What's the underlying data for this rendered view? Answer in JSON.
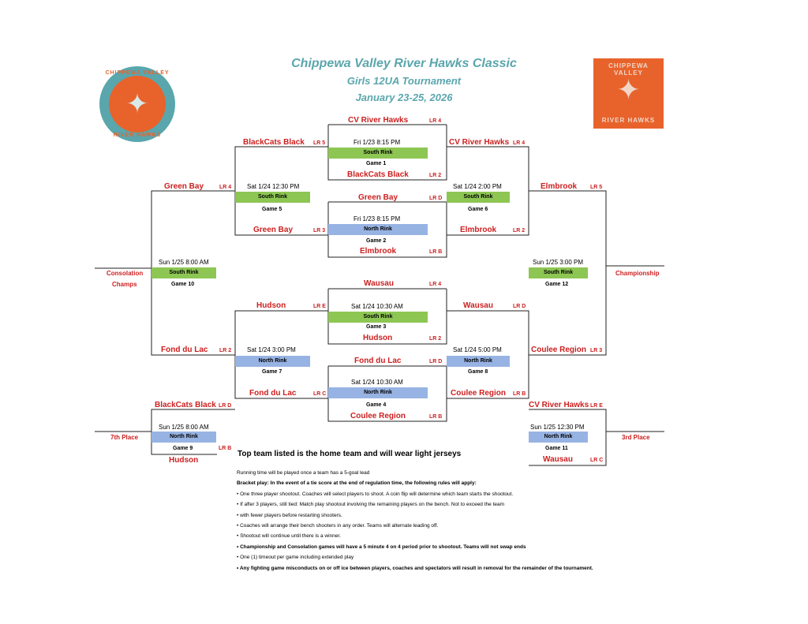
{
  "header": {
    "title": "Chippewa Valley River Hawks Classic",
    "subtitle": "Girls 12UA Tournament",
    "dates": "January 23-25, 2026"
  },
  "logos": {
    "left_top": "CHIPPEWA VALLEY",
    "left_bottom": "RIVER HAWKS",
    "right_top": "CHIPPEWA VALLEY",
    "right_bottom": "RIVER HAWKS"
  },
  "rinks": {
    "south": "South Rink",
    "north": "North Rink"
  },
  "games": {
    "g1": {
      "time": "Fri 1/23 8:15 PM",
      "label": "Game 1"
    },
    "g2": {
      "time": "Fri 1/23 8:15 PM",
      "label": "Game 2"
    },
    "g3": {
      "time": "Sat 1/24 10:30 AM",
      "label": "Game 3"
    },
    "g4": {
      "time": "Sat 1/24 10:30 AM",
      "label": "Game 4"
    },
    "g5": {
      "time": "Sat 1/24 12:30 PM",
      "label": "Game 5"
    },
    "g6": {
      "time": "Sat 1/24 2:00 PM",
      "label": "Game 6"
    },
    "g7": {
      "time": "Sat 1/24 3:00 PM",
      "label": "Game 7"
    },
    "g8": {
      "time": "Sat 1/24 5:00 PM",
      "label": "Game 8"
    },
    "g9": {
      "time": "Sun 1/25 8:00 AM",
      "label": "Game 9"
    },
    "g10": {
      "time": "Sun 1/25 8:00 AM",
      "label": "Game 10"
    },
    "g11": {
      "time": "Sun 1/25 12:30 PM",
      "label": "Game 11"
    },
    "g12": {
      "time": "Sun 1/25 3:00 PM",
      "label": "Game 12"
    }
  },
  "teams": {
    "g1_home": {
      "name": "CV River Hawks",
      "room": "LR 4"
    },
    "g1_away": {
      "name": "BlackCats Black",
      "room": "LR 2"
    },
    "g2_home": {
      "name": "Green Bay",
      "room": "LR D"
    },
    "g2_away": {
      "name": "Elmbrook",
      "room": "LR B"
    },
    "g3_home": {
      "name": "Wausau",
      "room": "LR 4"
    },
    "g3_away": {
      "name": "Hudson",
      "room": "LR 2"
    },
    "g4_home": {
      "name": "Fond du Lac",
      "room": "LR D"
    },
    "g4_away": {
      "name": "Coulee Region",
      "room": "LR B"
    },
    "g5_home": {
      "name": "BlackCats Black",
      "room": "LR 5"
    },
    "g5_away": {
      "name": "Green Bay",
      "room": "LR 3"
    },
    "g6_home": {
      "name": "CV River Hawks",
      "room": "LR 4"
    },
    "g6_away": {
      "name": "Elmbrook",
      "room": "LR 2"
    },
    "g7_home": {
      "name": "Hudson",
      "room": "LR E"
    },
    "g7_away": {
      "name": "Fond du Lac",
      "room": "LR C"
    },
    "g8_home": {
      "name": "Wausau",
      "room": "LR D"
    },
    "g8_away": {
      "name": "Coulee Region",
      "room": "LR B"
    },
    "g10_home": {
      "name": "Green Bay",
      "room": "LR 4"
    },
    "g10_away": {
      "name": "Fond du Lac",
      "room": "LR 2"
    },
    "g12_home": {
      "name": "Elmbrook",
      "room": "LR 5"
    },
    "g12_away": {
      "name": "Coulee Region",
      "room": "LR 3"
    },
    "g9_home": {
      "name": "BlackCats Black",
      "room": "LR D"
    },
    "g9_away": {
      "name": "Hudson",
      "room": "LR B"
    },
    "g11_home": {
      "name": "CV River Hawks",
      "room": "LR E"
    },
    "g11_away": {
      "name": "Wausau",
      "room": "LR C"
    }
  },
  "places": {
    "consolation": "Consolation",
    "champs": "Champs",
    "championship": "Championship",
    "seventh": "7th Place",
    "third": "3rd Place"
  },
  "note": "Top team listed is the home team and will wear light jerseys",
  "rules": [
    {
      "text": "Running time will be played once a team has a 5-goal lead",
      "bold": false
    },
    {
      "text": "Bracket play: In the event of a tie score at the end of regulation time, the following rules will apply:",
      "bold": true
    },
    {
      "text": "• One three player shootout. Coaches will select players to shoot. A coin flip will determine which team starts the shootout.",
      "bold": false
    },
    {
      "text": "•  If after 3 players, still tied: Match play shootout involving the remaining players on the bench. Not to exceed the team",
      "bold": false
    },
    {
      "text": "• with fewer players before restarting shooters.",
      "bold": false
    },
    {
      "text": "• Coaches will arrange their bench shooters in any order. Teams will alternate leading off.",
      "bold": false
    },
    {
      "text": "• Shootout will continue until there is a winner.",
      "bold": false
    },
    {
      "text": "• Championship and Consolation games will have a 5 minute 4 on 4 period prior to shootout. Teams will not swap ends",
      "bold": true
    },
    {
      "text": "• One (1) timeout per game including extended play",
      "bold": false
    },
    {
      "text": "• Any fighting game misconducts on or off ice between players, coaches and spectators will result in removal for the remainder of the tournament.",
      "bold": true
    }
  ]
}
